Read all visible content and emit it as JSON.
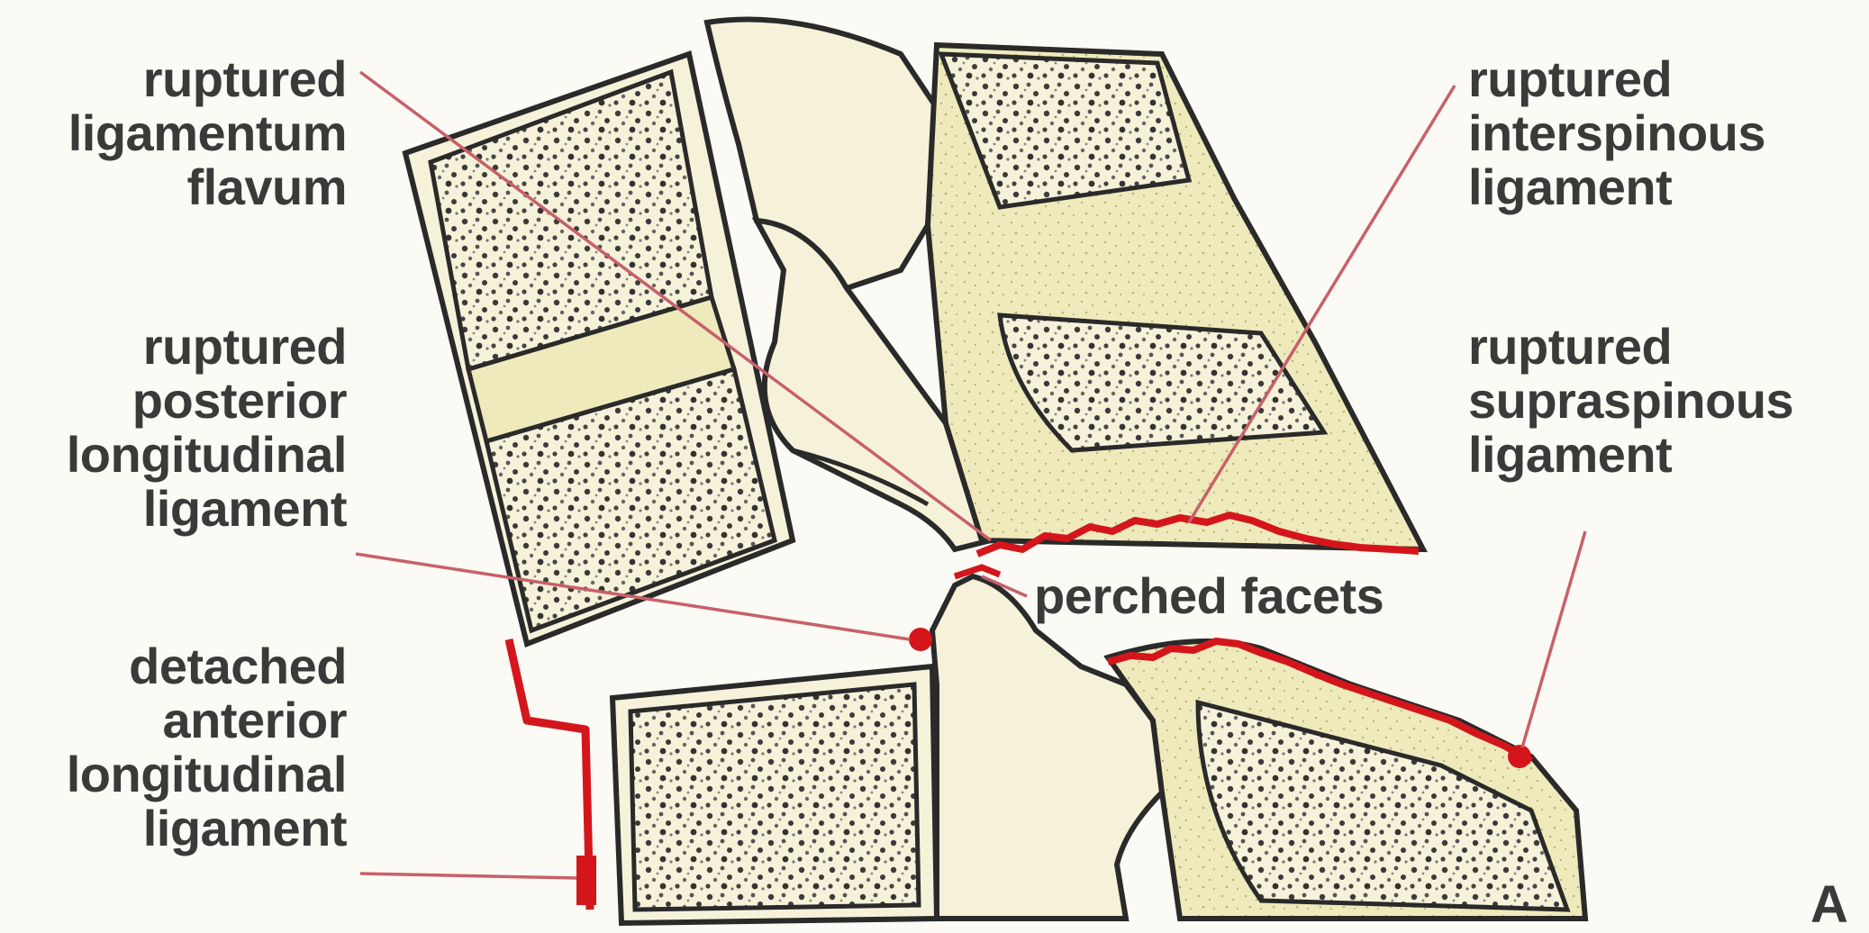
{
  "labels": {
    "ligamentum_flavum": "ruptured\nligamentum\nflavum",
    "posterior_longitudinal": "ruptured\nposterior\nlongitudinal\nligament",
    "anterior_longitudinal": "detached\nanterior\nlongitudinal\nligament",
    "interspinous": "ruptured\ninterspinous\nligament",
    "supraspinous": "ruptured\nsupraspinous\nligament",
    "perched_facets": "perched facets",
    "panel_letter": "A"
  },
  "colors": {
    "background": "#fbfaf4",
    "bone_fill": "#f6f2da",
    "ligament_fill": "#efeabb",
    "outline": "#2a2a2a",
    "rupture_red": "#d4161c",
    "leader_line": "#c8606a",
    "label_text": "#3a3a3a"
  }
}
